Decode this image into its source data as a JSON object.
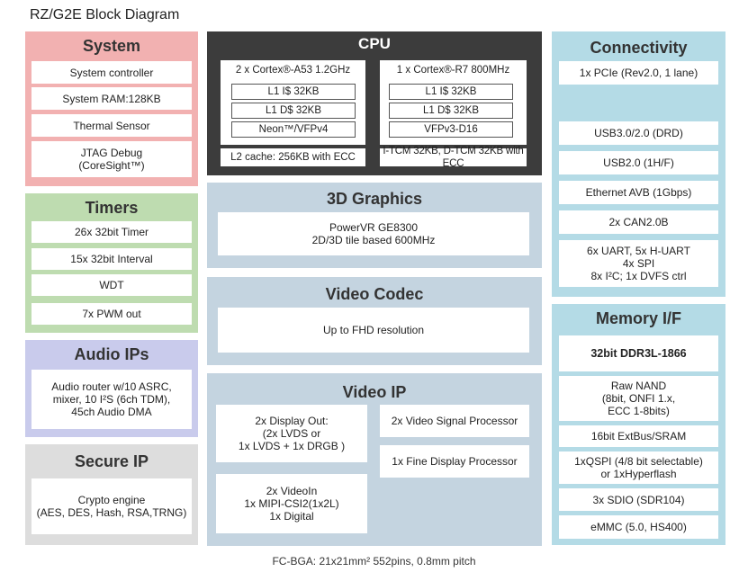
{
  "title": "RZ/G2E Block Diagram",
  "footer": "FC-BGA: 21x21mm² 552pins, 0.8mm pitch",
  "system": {
    "title": "System",
    "items": [
      "System controller",
      "System RAM:128KB",
      "Thermal Sensor",
      "JTAG Debug\n(CoreSight™)"
    ]
  },
  "timers": {
    "title": "Timers",
    "items": [
      "26x 32bit Timer",
      "15x 32bit Interval",
      "WDT",
      "7x PWM out"
    ]
  },
  "audio": {
    "title": "Audio IPs",
    "items": [
      "Audio router w/10 ASRC,\nmixer, 10 I²S (6ch TDM),\n45ch Audio DMA"
    ]
  },
  "secure": {
    "title": "Secure IP",
    "items": [
      "Crypto engine\n(AES, DES, Hash, RSA,TRNG)"
    ]
  },
  "cpu": {
    "title": "CPU",
    "left": {
      "header": "2 x Cortex®-A53 1.2GHz",
      "items": [
        "L1 I$ 32KB",
        "L1 D$ 32KB",
        "Neon™/VFPv4"
      ],
      "footer": "L2 cache: 256KB with ECC"
    },
    "right": {
      "header": "1 x Cortex®-R7 800MHz",
      "items": [
        "L1 I$ 32KB",
        "L1 D$ 32KB",
        "VFPv3-D16"
      ],
      "footer": "I-TCM 32KB, D-TCM 32KB with ECC"
    }
  },
  "graphics": {
    "title": "3D Graphics",
    "items": [
      "PowerVR GE8300\n2D/3D tile based 600MHz"
    ]
  },
  "codec": {
    "title": "Video Codec",
    "items": [
      "Up to FHD resolution"
    ]
  },
  "videoip": {
    "title": "Video IP",
    "display_out": "2x Display Out:\n(2x LVDS or\n1x LVDS + 1x DRGB )",
    "video_in": "2x VideoIn\n1x MIPI-CSI2(1x2L)\n1x Digital",
    "vsp": "2x Video Signal Processor",
    "fdp": "1x Fine Display Processor"
  },
  "connectivity": {
    "title": "Connectivity",
    "items": [
      "1x PCIe (Rev2.0, 1 lane)",
      "USB3.0/2.0 (DRD)",
      "USB2.0 (1H/F)",
      "Ethernet AVB (1Gbps)",
      "2x CAN2.0B",
      "6x UART, 5x H-UART\n4x SPI\n8x I²C; 1x DVFS ctrl"
    ]
  },
  "memory": {
    "title": "Memory I/F",
    "items": [
      "32bit DDR3L-1866",
      "Raw NAND\n(8bit, ONFI 1.x,\nECC 1-8bits)",
      "16bit ExtBus/SRAM",
      "1xQSPI (4/8 bit selectable)\nor 1xHyperflash",
      "3x SDIO (SDR104)",
      "eMMC (5.0, HS400)"
    ]
  }
}
